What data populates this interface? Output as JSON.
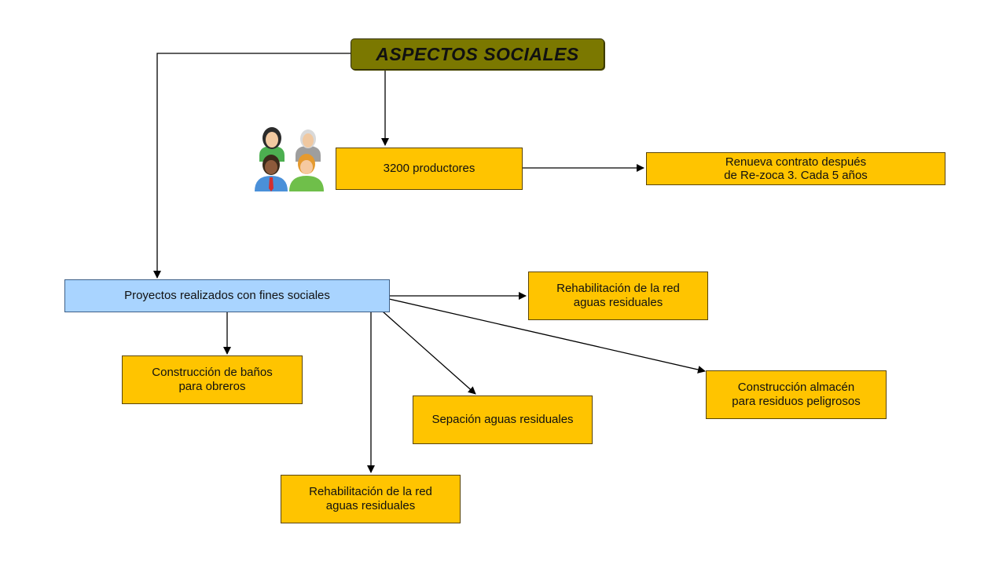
{
  "title": "ASPECTOS SOCIALES",
  "nodes": {
    "productores": "3200 productores",
    "renueva": "Renueva contrato después\nde Re-zoca 3. Cada 5 años",
    "proyectos": "Proyectos realizados con fines sociales",
    "rehab_red_top": "Rehabilitación de la red\naguas residuales",
    "banos": "Construcción de baños\npara obreros",
    "sepacion": "Sepación aguas residuales",
    "almacen": "Construcción almacén\npara residuos peligrosos",
    "rehab_red_bottom": "Rehabilitación de la red\naguas residuales"
  },
  "icons": {
    "people": "people-group-icon"
  },
  "colors": {
    "box_fill": "#ffc400",
    "projects_fill": "#a9d4ff",
    "title_fill": "#7b7800"
  }
}
